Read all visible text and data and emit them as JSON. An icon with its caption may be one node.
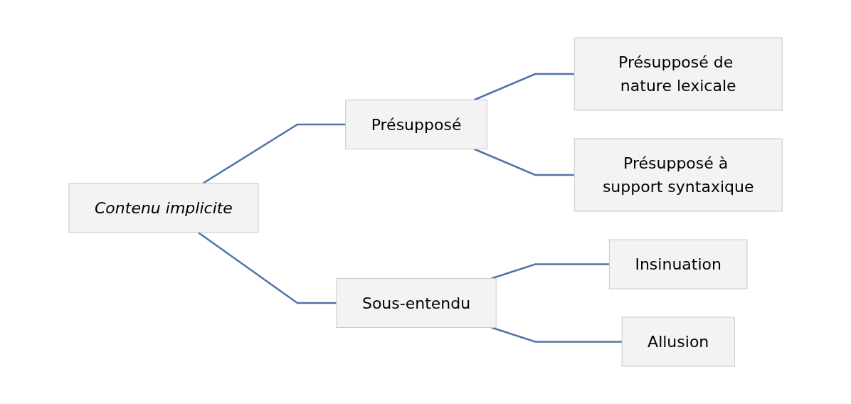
{
  "diagram": {
    "nodes": [
      {
        "text": [
          "Contenu implicite"
        ]
      },
      {
        "text": [
          "Présupposé"
        ]
      },
      {
        "text": [
          "Présupposé de nature lexicale"
        ]
      },
      {
        "text": [
          "Présupposé à support syntaxique"
        ]
      },
      {
        "text": [
          "Sous-entendu"
        ]
      },
      {
        "text": [
          "Insinuation"
        ]
      },
      {
        "text": [
          "Allusion"
        ]
      }
    ],
    "edges": [
      {
        "from": 0,
        "to": 1,
        "arrow": "none"
      },
      {
        "from": 0,
        "to": 4,
        "arrow": "none"
      },
      {
        "from": 1,
        "to": 2,
        "arrow": "none"
      },
      {
        "from": 1,
        "to": 3,
        "arrow": "none"
      },
      {
        "from": 4,
        "to": 5,
        "arrow": "none"
      },
      {
        "from": 4,
        "to": 6,
        "arrow": "none"
      }
    ]
  }
}
